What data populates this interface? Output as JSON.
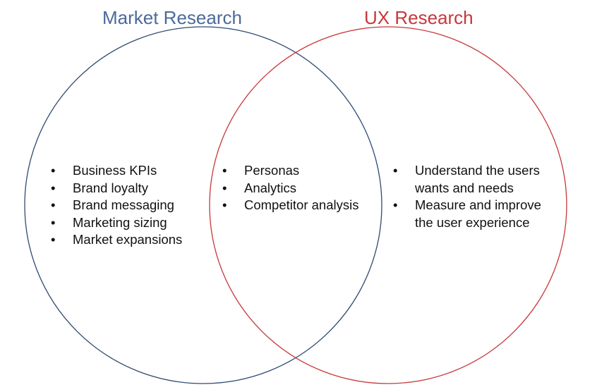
{
  "diagram": {
    "type": "venn",
    "sets": [
      {
        "id": "left",
        "title": "Market Research",
        "color": "#4b6a9b",
        "stroke": "#2f4a72",
        "items": [
          "Business KPIs",
          "Brand loyalty",
          "Brand messaging",
          "Marketing sizing",
          "Market expansions"
        ]
      },
      {
        "id": "right",
        "title": "UX Research",
        "color": "#c8373c",
        "stroke": "#c8373c",
        "items": [
          "Understand the users",
          "wants and needs",
          "Measure and improve",
          "the user experience"
        ]
      }
    ],
    "intersection": {
      "items": [
        "Personas",
        "Analytics",
        "Competitor analysis"
      ]
    }
  }
}
